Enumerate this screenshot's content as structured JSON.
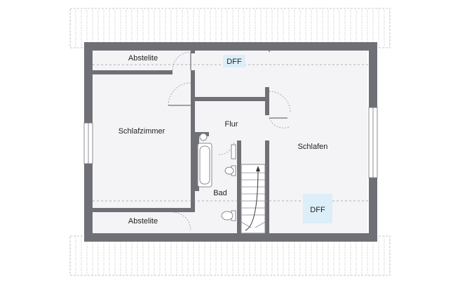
{
  "colors": {
    "wall": "#6f7075",
    "floor": "#f4f4f6",
    "roof_hatch": "#b8b8bc",
    "dashed": "#9a9aa0",
    "dff_fill": "#dceef8",
    "fixture": "#8a8a90"
  },
  "rooms": {
    "abstelite_top": "Abstelite",
    "schlafzimmer": "Schlafzimmer",
    "flur": "Flur",
    "schlafen": "Schlafen",
    "bad": "Bad",
    "abstelite_bottom": "Abstelite"
  },
  "skylights": {
    "top": "DFF",
    "bottom": "DFF"
  }
}
